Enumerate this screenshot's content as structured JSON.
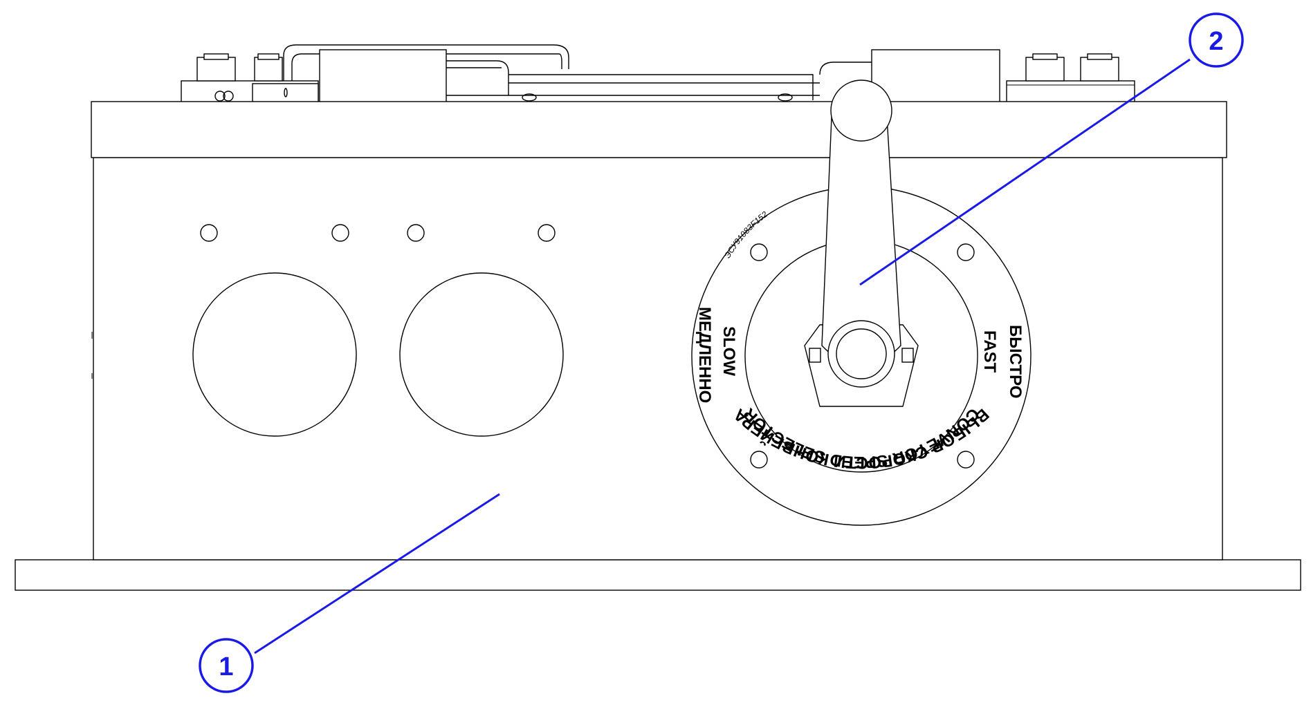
{
  "callouts": [
    {
      "number": "1"
    },
    {
      "number": "2"
    }
  ],
  "dial": {
    "arc_text_en": "CONVEYOR SPEED SELECTOR",
    "arc_text_ru": "ВЫБОР СКОРОСТИ КОНВЕЙЕРА",
    "label_slow_en": "SLOW",
    "label_slow_ru": "МЕДЛЕННО",
    "label_fast_en": "FAST",
    "label_fast_ru": "БЫСТРО",
    "serial": "ЭСУ91083F152"
  },
  "colors": {
    "callout": "#1a1ae6",
    "line": "#000000",
    "background": "#ffffff"
  }
}
